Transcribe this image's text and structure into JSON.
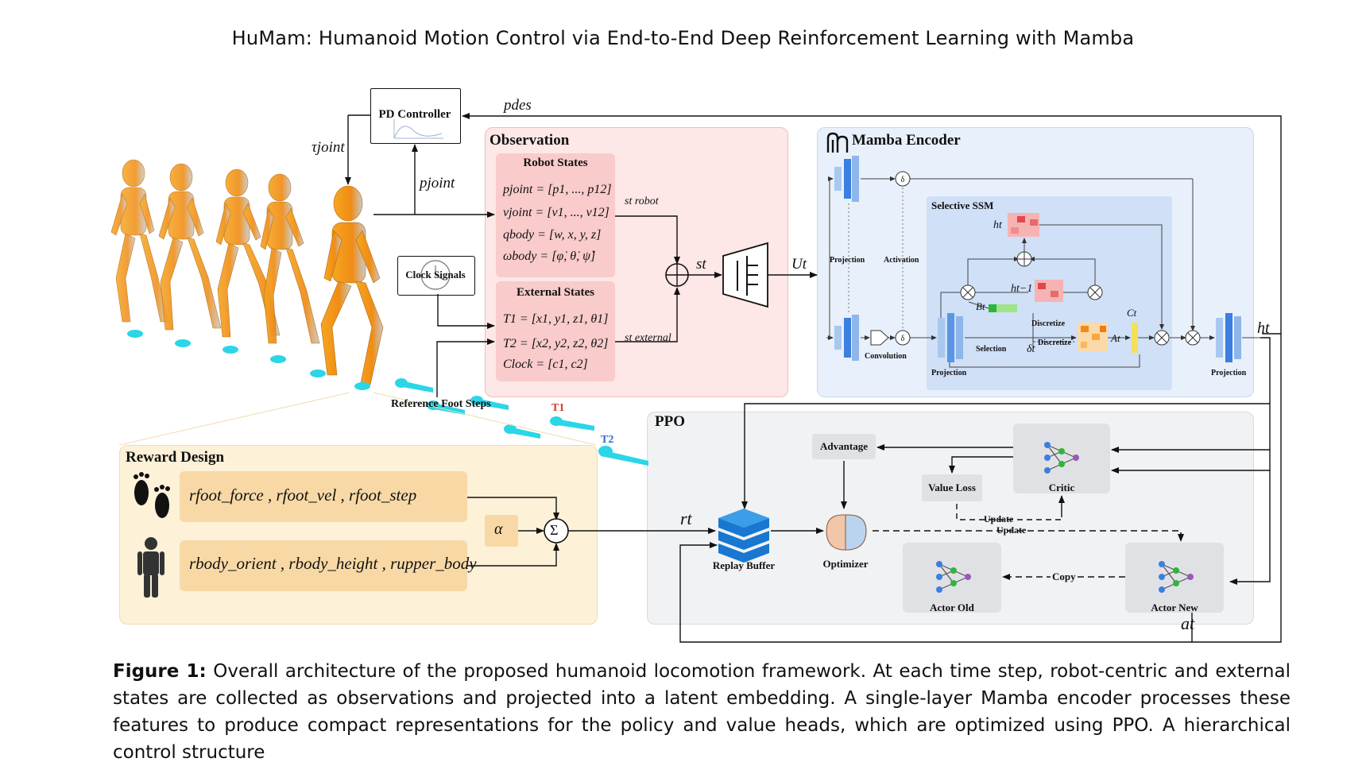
{
  "header": "HuMam: Humanoid Motion Control via End-to-End Deep Reinforcement Learning with Mamba",
  "figure": {
    "pd_controller": "PD Controller",
    "clock_signals": "Clock Signals",
    "reference_foot_steps": "Reference Foot Steps",
    "t1": "T1",
    "t2": "T2",
    "tau_joint": "τjoint",
    "p_joint_label": "pjoint",
    "p_des": "pdes",
    "observation": {
      "title": "Observation",
      "robot_states": {
        "title": "Robot States",
        "eqs": [
          "pjoint = [p1, ..., p12]",
          "vjoint = [v1, ..., v12]",
          "qbody = [w, x, y, z]",
          "ωbody = [φ̇, θ̇, ψ̇]"
        ]
      },
      "external_states": {
        "title": "External States",
        "eqs": [
          "T1 = [x1, y1, z1, θ1]",
          "T2 = [x2, y2, z2, θ2]",
          "Clock = [c1, c2]"
        ]
      },
      "s_robot": "st robot",
      "s_external": "st external",
      "s_t": "st",
      "u_t": "Ut"
    },
    "mamba": {
      "title": "Mamba Encoder",
      "selective_ssm": "Selective SSM",
      "projection_left": "Projection",
      "activation": "Activation",
      "convolution": "Convolution",
      "projection_inner": "Projection",
      "selection": "Selection",
      "discretize_1": "Discretize",
      "discretize_2": "Discretize",
      "projection_right": "Projection",
      "h_t_inner": "ht",
      "h_t_minus_1": "ht−1",
      "b_t": "Bt",
      "a_t": "At",
      "c_t": "Ct",
      "delta_t": "δt",
      "h_t_out": "ht"
    },
    "reward": {
      "title": "Reward Design",
      "foot_terms": "rfoot_force , rfoot_vel , rfoot_step",
      "body_terms": "rbody_orient , rbody_height , rupper_body",
      "alpha": "α",
      "sum": "Σ"
    },
    "ppo": {
      "title": "PPO",
      "advantage": "Advantage",
      "value_loss": "Value Loss",
      "critic": "Critic",
      "update_1": "Update",
      "update_2": "Update",
      "replay_buffer": "Replay Buffer",
      "optimizer": "Optimizer",
      "actor_old": "Actor Old",
      "actor_new": "Actor New",
      "copy": "Copy",
      "r_t": "rt",
      "a_t": "at"
    }
  },
  "caption": {
    "label": "Figure 1:",
    "text": " Overall architecture of the proposed humanoid locomotion framework. At each time step, robot-centric and external states are collected as observations and projected into a latent embedding. A single-layer Mamba encoder processes these features to produce compact representations for the policy and value heads, which are optimized using PPO. A hierarchical control structure"
  },
  "colors": {
    "observation_bg": "#fde7e7",
    "state_box": "#f9c9c9",
    "mamba_bg": "#e7effb",
    "ssm_bg": "#cfe0f7",
    "reward_bg": "#fdf0d6",
    "reward_term": "#f8d9a5",
    "ppo_bg": "#f0f1f3",
    "robot_orange": "#f39a1e",
    "footstep_cyan": "#27d5e6"
  }
}
